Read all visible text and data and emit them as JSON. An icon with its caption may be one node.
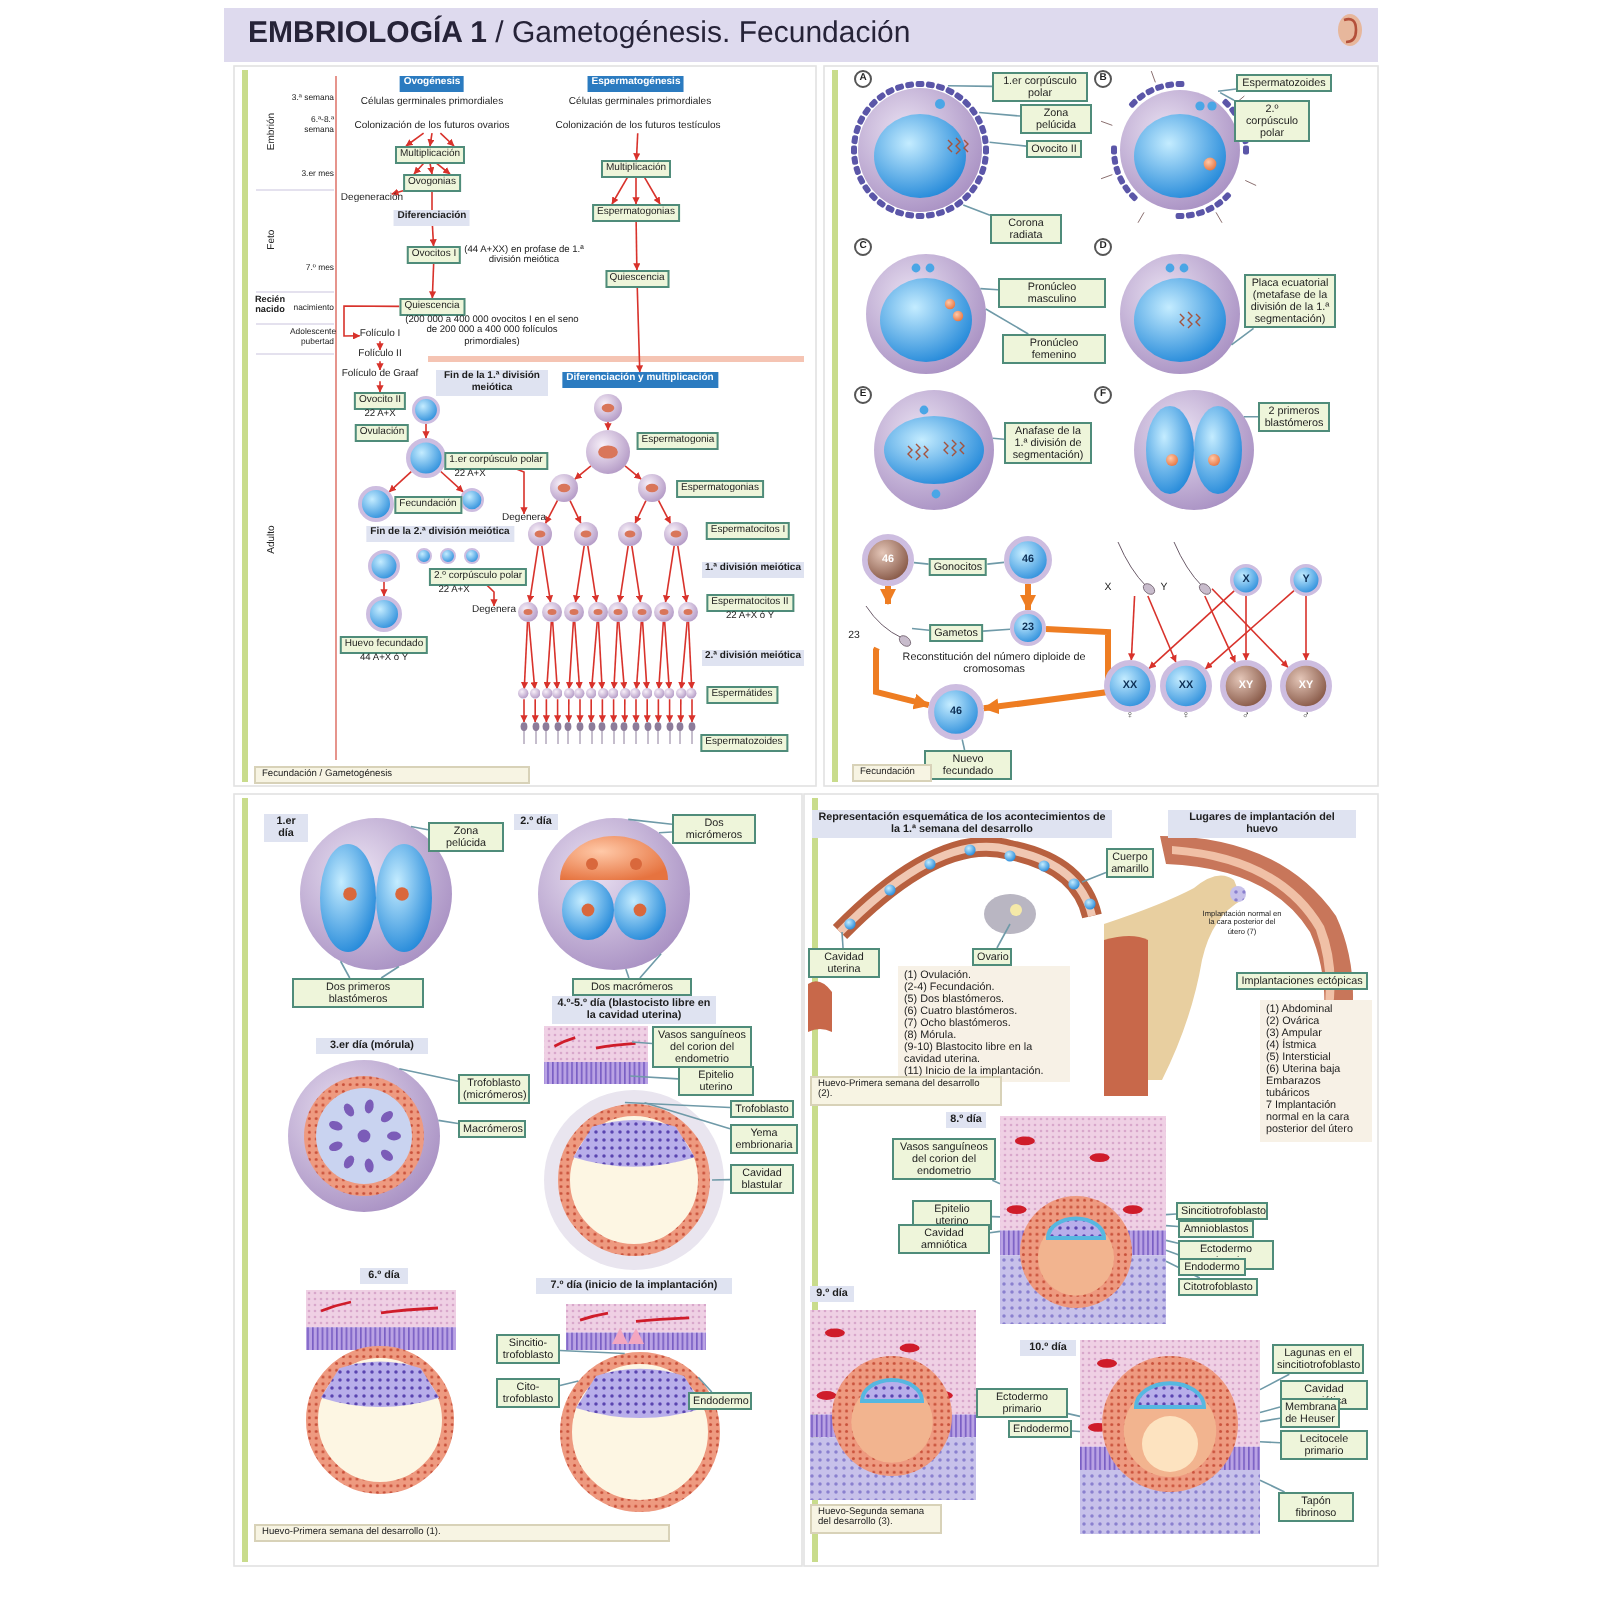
{
  "diagram": {
    "title": "**EMBRIOLOGÍA 1** / Gametogénesis. Fecundación",
    "nodes": [
      {
        "text": [
          "Ovogénesis"
        ]
      },
      {
        "text": [
          "Células germinales primordiales"
        ]
      },
      {
        "text": [
          "Colonización de los futuros ovarios"
        ]
      },
      {
        "text": [
          "Multiplicación"
        ]
      },
      {
        "text": [
          "Ovogonias"
        ]
      },
      {
        "text": [
          "Degeneración"
        ]
      },
      {
        "text": [
          "Diferenciación"
        ]
      },
      {
        "text": [
          "Ovocitos I"
        ],
        "beside": [
          "(44 A+XX) en profase de 1.ª división meiótica"
        ]
      },
      {
        "text": [
          "Quiescencia"
        ],
        "beside": [
          "(200 000 a 400 000 ovocitos I en el seno de 200 000 a 400 000 folículos primordiales)"
        ]
      },
      {
        "text": [
          "Folículo I"
        ]
      },
      {
        "text": [
          "Folículo II"
        ]
      },
      {
        "text": [
          "Folículo de Graaf"
        ]
      },
      {
        "text": [
          "Ovocito II"
        ],
        "beside": [
          "22 A+X"
        ]
      },
      {
        "text": [
          "Espermatogénesis"
        ]
      },
      {
        "text": [
          "Células germinales primordiales"
        ]
      },
      {
        "text": [
          "Colonización de los futuros testículos"
        ]
      },
      {
        "text": [
          "Multiplicación"
        ]
      },
      {
        "text": [
          "Espermatogonias"
        ]
      },
      {
        "text": [
          "Quiescencia"
        ]
      },
      {
        "text": [
          "Fin de la 1.ª división meiótica"
        ]
      },
      {
        "text": [
          "Diferenciación y multiplicación"
        ]
      },
      {
        "text": [
          "Ovulación"
        ]
      },
      {
        "text": [],
        "shape": "circle"
      },
      {
        "text": [],
        "shape": "circle"
      },
      {
        "text": [
          "1.er corpúsculo polar"
        ],
        "beside": [
          "22 A+X"
        ]
      },
      {
        "text": [],
        "shape": "circle"
      },
      {
        "text": [
          "Degenera"
        ]
      },
      {
        "text": [],
        "shape": "circle"
      },
      {
        "text": [
          "Fecundación"
        ]
      },
      {
        "text": [
          "Fin de la 2.ª división meiótica"
        ]
      },
      {
        "text": [],
        "shape": "circle"
      },
      {
        "text": [],
        "shape": "circle"
      },
      {
        "text": [],
        "shape": "circle"
      },
      {
        "text": [],
        "shape": "circle"
      },
      {
        "text": [
          "2.º corpúsculo polar"
        ],
        "beside": [
          "22 A+X"
        ]
      },
      {
        "text": [
          "Degenera"
        ]
      },
      {
        "text": [],
        "shape": "circle"
      },
      {
        "text": [
          "Huevo fecundado"
        ],
        "beside": [
          "44 A+X ó Y"
        ]
      },
      {
        "text": [],
        "shape": "circle"
      },
      {
        "text": [],
        "shape": "circle"
      },
      {
        "text": [
          "Espermatogonia"
        ]
      },
      {
        "text": [],
        "shape": "circle"
      },
      {
        "text": [],
        "shape": "circle"
      },
      {
        "text": [
          "Espermatogonias"
        ]
      },
      {
        "text": [],
        "shape": "circle"
      },
      {
        "text": [],
        "shape": "circle"
      },
      {
        "text": [],
        "shape": "circle"
      },
      {
        "text": [],
        "shape": "circle"
      },
      {
        "text": [
          "Espermatocitos I"
        ]
      },
      {
        "text": [
          "1.ª división meiótica"
        ]
      },
      {
        "text": [],
        "shape": "circle"
      },
      {
        "text": [],
        "shape": "circle"
      },
      {
        "text": [],
        "shape": "circle"
      },
      {
        "text": [],
        "shape": "circle"
      },
      {
        "text": [],
        "shape": "circle"
      },
      {
        "text": [],
        "shape": "circle"
      },
      {
        "text": [],
        "shape": "circle"
      },
      {
        "text": [],
        "shape": "circle"
      },
      {
        "text": [
          "Espermatocitos II"
        ],
        "beside": [
          "22 A+X ó Y"
        ]
      },
      {
        "text": [
          "2.ª división meiótica"
        ]
      },
      {
        "text": [],
        "shape": "circle"
      },
      {
        "text": [],
        "shape": "circle"
      },
      {
        "text": [],
        "shape": "circle"
      },
      {
        "text": [],
        "shape": "circle"
      },
      {
        "text": [],
        "shape": "circle"
      },
      {
        "text": [],
        "shape": "circle"
      },
      {
        "text": [],
        "shape": "circle"
      },
      {
        "text": [],
        "shape": "circle"
      },
      {
        "text": [],
        "shape": "circle"
      },
      {
        "text": [],
        "shape": "circle"
      },
      {
        "text": [],
        "shape": "circle"
      },
      {
        "text": [],
        "shape": "circle"
      },
      {
        "text": [],
        "shape": "circle"
      },
      {
        "text": [],
        "shape": "circle"
      },
      {
        "text": [],
        "shape": "circle"
      },
      {
        "text": [],
        "shape": "circle"
      },
      {
        "text": [
          "Espermátides"
        ]
      },
      {
        "text": [],
        "shape": "picture"
      },
      {
        "text": [],
        "shape": "picture"
      },
      {
        "text": [],
        "shape": "picture"
      },
      {
        "text": [],
        "shape": "picture"
      },
      {
        "text": [],
        "shape": "picture"
      },
      {
        "text": [],
        "shape": "picture"
      },
      {
        "text": [],
        "shape": "picture"
      },
      {
        "text": [],
        "shape": "picture"
      },
      {
        "text": [],
        "shape": "picture"
      },
      {
        "text": [],
        "shape": "picture"
      },
      {
        "text": [],
        "shape": "picture"
      },
      {
        "text": [],
        "shape": "picture"
      },
      {
        "text": [],
        "shape": "picture"
      },
      {
        "text": [],
        "shape": "picture"
      },
      {
        "text": [],
        "shape": "picture"
      },
      {
        "text": [],
        "shape": "picture"
      },
      {
        "text": [
          "Espermatozoides"
        ]
      },
      {
        "text": [
          "1.er corpúsculo polar"
        ]
      },
      {
        "text": [
          "Zona pelúcida"
        ]
      },
      {
        "text": [
          "Ovocito II"
        ]
      },
      {
        "text": [
          "Corona radiata"
        ]
      },
      {
        "text": [
          "Espermatozoides"
        ]
      },
      {
        "text": [
          "2.º corpúsculo polar"
        ]
      },
      {
        "text": [
          "Pronúcleo masculino"
        ]
      },
      {
        "text": [
          "Pronúcleo femenino"
        ]
      },
      {
        "text": [
          "Placa ecuatorial (metafase de la división de la 1.ª segmentación)"
        ]
      },
      {
        "text": [
          "Anafase de la 1.ª división de segmentación)"
        ]
      },
      {
        "text": [
          "2 primeros blastómeros"
        ]
      },
      {
        "text": [
          "46"
        ]
      },
      {
        "text": [
          "Gonocitos"
        ]
      },
      {
        "text": [
          "46"
        ]
      },
      {
        "text": [],
        "shape": "picture",
        "beside": [
          "23"
        ]
      },
      {
        "text": [
          "Gametos"
        ]
      },
      {
        "text": [
          "23"
        ]
      },
      {
        "text": [
          "Reconstitución del número diploide de cromosomas"
        ]
      },
      {
        "text": [
          "46"
        ]
      },
      {
        "text": [
          "Nuevo fecundado"
        ]
      },
      {
        "text": [],
        "shape": "picture",
        "beside": [
          "X"
        ]
      },
      {
        "text": [],
        "shape": "picture",
        "beside": [
          "Y"
        ]
      },
      {
        "text": [
          "X"
        ]
      },
      {
        "text": [
          "Y"
        ]
      },
      {
        "text": [
          "XX"
        ],
        "beside": [
          "♀"
        ]
      },
      {
        "text": [
          "XX"
        ],
        "beside": [
          "♀"
        ]
      },
      {
        "text": [
          "XY"
        ],
        "beside": [
          "♂"
        ]
      },
      {
        "text": [
          "XY"
        ],
        "beside": [
          "♂"
        ]
      },
      {
        "text": [
          "1.er día"
        ]
      },
      {
        "text": [
          "Zona pelúcida"
        ]
      },
      {
        "text": [
          "Dos primeros blastómeros"
        ]
      },
      {
        "text": [
          "2.º día"
        ]
      },
      {
        "text": [
          "Dos micrómeros"
        ]
      },
      {
        "text": [
          "Dos macrómeros"
        ]
      },
      {
        "text": [
          "3.er día (mórula)"
        ]
      },
      {
        "text": [
          "Trofoblasto (micrómeros)"
        ]
      },
      {
        "text": [
          "Macrómeros"
        ]
      },
      {
        "text": [
          "4.º-5.º día (blastocisto libre en la cavidad uterina)"
        ]
      },
      {
        "text": [
          "Vasos sanguíneos del corion del endometrio"
        ]
      },
      {
        "text": [
          "Epitelio uterino"
        ]
      },
      {
        "text": [
          "Trofoblasto"
        ]
      },
      {
        "text": [
          "Yema embrionaria"
        ]
      },
      {
        "text": [
          "Cavidad blastular"
        ]
      },
      {
        "text": [
          "6.º día"
        ]
      },
      {
        "text": [
          "7.º día (inicio de la implantación)"
        ]
      },
      {
        "text": [
          "Sincitio-trofoblasto"
        ]
      },
      {
        "text": [
          "Cito-trofoblasto"
        ]
      },
      {
        "text": [
          "Endodermo"
        ]
      },
      {
        "text": [
          "Representación esquemática de los acontecimientos de la 1.ª semana del desarrollo"
        ]
      },
      {
        "text": [
          "Cavidad uterina"
        ]
      },
      {
        "text": [
          "Cuerpo amarillo"
        ]
      },
      {
        "text": [
          "Ovario"
        ]
      },
      {
        "text": [
          "(1) Ovulación.",
          "(2-4) Fecundación.",
          "(5) Dos blastómeros.",
          "(6) Cuatro blastómeros.",
          "(7) Ocho blastómeros.",
          "(8) Mórula.",
          "(9-10) Blastocito libre en la cavidad uterina.",
          "(11) Inicio de la implantación."
        ]
      },
      {
        "text": [
          "Lugares de implantación del huevo"
        ]
      },
      {
        "text": [
          "Implantaciones ectópicas"
        ]
      },
      {
        "text": [
          "(1) Abdominal",
          "(2) Ovárica",
          "(3) Ampular",
          "(4) Ístmica",
          "(5) Intersticial",
          "(6) Uterina baja",
          "Embarazos tubáricos",
          "7 Implantación normal en la cara posterior del útero"
        ]
      },
      {
        "text": [
          "8.º día"
        ]
      },
      {
        "text": [
          "Vasos sanguíneos del corion del endometrio"
        ]
      },
      {
        "text": [
          "Epitelio uterino"
        ]
      },
      {
        "text": [
          "Cavidad amniótica"
        ]
      },
      {
        "text": [
          "Sincitiotrofoblasto"
        ]
      },
      {
        "text": [
          "Amnioblastos"
        ]
      },
      {
        "text": [
          "Ectodermo primario"
        ]
      },
      {
        "text": [
          "Endodermo"
        ]
      },
      {
        "text": [
          "Citotrofoblasto"
        ]
      },
      {
        "text": [
          "9.º día"
        ]
      },
      {
        "text": [
          "10.º día"
        ]
      },
      {
        "text": [
          "Lagunas en el sincitiotrofoblasto"
        ]
      },
      {
        "text": [
          "Cavidad amniótica"
        ]
      },
      {
        "text": [
          "Membrana de Heuser"
        ]
      },
      {
        "text": [
          "Lecitocele primario"
        ]
      },
      {
        "text": [
          "Tapón fibrinoso"
        ]
      },
      {
        "text": [
          "Ectodermo primario"
        ]
      },
      {
        "text": [
          "Endodermo"
        ]
      },
      {
        "text": [],
        "shape": "picture"
      },
      {
        "text": [],
        "shape": "picture"
      },
      {
        "text": [],
        "shape": "picture"
      },
      {
        "text": [],
        "shape": "picture"
      },
      {
        "text": [],
        "shape": "picture"
      },
      {
        "text": [],
        "shape": "picture"
      },
      {
        "text": [],
        "shape": "picture"
      },
      {
        "text": [],
        "shape": "picture"
      },
      {
        "text": [],
        "shape": "picture"
      },
      {
        "text": [],
        "shape": "picture"
      },
      {
        "text": [],
        "shape": "picture"
      },
      {
        "text": [],
        "shape": "picture"
      },
      {
        "text": [],
        "shape": "picture"
      },
      {
        "text": [],
        "shape": "picture"
      },
      {
        "text": [],
        "shape": "picture"
      }
    ],
    "edges": [
      {
        "from": 2,
        "to": 3,
        "arrow": "to"
      },
      {
        "from": 2,
        "to": 3,
        "arrow": "to"
      },
      {
        "from": 2,
        "to": 3,
        "arrow": "to"
      },
      {
        "from": 3,
        "to": 4,
        "arrow": "to"
      },
      {
        "from": 3,
        "to": 4,
        "arrow": "to"
      },
      {
        "from": 3,
        "to": 4,
        "arrow": "to"
      },
      {
        "from": 4,
        "to": 5,
        "arrow": "to"
      },
      {
        "from": 4,
        "to": 6,
        "arrow": "none"
      },
      {
        "from": 6,
        "to": 7,
        "arrow": "to"
      },
      {
        "from": 7,
        "to": 8,
        "arrow": "to"
      },
      {
        "from": 8,
        "to": 9,
        "arrow": "to"
      },
      {
        "from": 9,
        "to": 10,
        "arrow": "to"
      },
      {
        "from": 10,
        "to": 11,
        "arrow": "to"
      },
      {
        "from": 11,
        "to": 12,
        "arrow": "to"
      },
      {
        "from": 15,
        "to": 16,
        "arrow": "to"
      },
      {
        "from": 16,
        "to": 17,
        "arrow": "to"
      },
      {
        "from": 16,
        "to": 17,
        "arrow": "to"
      },
      {
        "from": 16,
        "to": 17,
        "arrow": "to"
      },
      {
        "from": 17,
        "to": 18,
        "arrow": "to"
      },
      {
        "from": 18,
        "to": 20,
        "arrow": "to"
      },
      {
        "from": 22,
        "to": 23,
        "arrow": "to"
      },
      {
        "from": 23,
        "to": 27,
        "arrow": "to"
      },
      {
        "from": 23,
        "to": 25,
        "arrow": "to"
      },
      {
        "from": 24,
        "to": 26,
        "arrow": "to"
      },
      {
        "from": 30,
        "to": 36,
        "arrow": "to"
      },
      {
        "from": 34,
        "to": 35,
        "arrow": "to"
      },
      {
        "from": 38,
        "to": 39,
        "arrow": "to"
      },
      {
        "from": 39,
        "to": 41,
        "arrow": "to"
      },
      {
        "from": 39,
        "to": 42,
        "arrow": "to"
      },
      {
        "from": 41,
        "to": 44,
        "arrow": "to"
      },
      {
        "from": 41,
        "to": 45,
        "arrow": "to"
      },
      {
        "from": 42,
        "to": 46,
        "arrow": "to"
      },
      {
        "from": 42,
        "to": 47,
        "arrow": "to"
      },
      {
        "from": 44,
        "to": 50,
        "arrow": "to"
      },
      {
        "from": 44,
        "to": 51,
        "arrow": "to"
      },
      {
        "from": 45,
        "to": 52,
        "arrow": "to"
      },
      {
        "from": 45,
        "to": 53,
        "arrow": "to"
      },
      {
        "from": 46,
        "to": 54,
        "arrow": "to"
      },
      {
        "from": 46,
        "to": 55,
        "arrow": "to"
      },
      {
        "from": 47,
        "to": 56,
        "arrow": "to"
      },
      {
        "from": 47,
        "to": 57,
        "arrow": "to"
      },
      {
        "from": 50,
        "to": 60,
        "arrow": "to"
      },
      {
        "from": 50,
        "to": 61,
        "arrow": "to"
      },
      {
        "from": 51,
        "to": 62,
        "arrow": "to"
      },
      {
        "from": 51,
        "to": 63,
        "arrow": "to"
      },
      {
        "from": 52,
        "to": 64,
        "arrow": "to"
      },
      {
        "from": 52,
        "to": 65,
        "arrow": "to"
      },
      {
        "from": 53,
        "to": 66,
        "arrow": "to"
      },
      {
        "from": 53,
        "to": 67,
        "arrow": "to"
      },
      {
        "from": 54,
        "to": 68,
        "arrow": "to"
      },
      {
        "from": 54,
        "to": 69,
        "arrow": "to"
      },
      {
        "from": 55,
        "to": 70,
        "arrow": "to"
      },
      {
        "from": 55,
        "to": 71,
        "arrow": "to"
      },
      {
        "from": 56,
        "to": 72,
        "arrow": "to"
      },
      {
        "from": 56,
        "to": 73,
        "arrow": "to"
      },
      {
        "from": 57,
        "to": 74,
        "arrow": "to"
      },
      {
        "from": 57,
        "to": 75,
        "arrow": "to"
      },
      {
        "from": 60,
        "to": 77,
        "arrow": "to"
      },
      {
        "from": 61,
        "to": 78,
        "arrow": "to"
      },
      {
        "from": 62,
        "to": 79,
        "arrow": "to"
      },
      {
        "from": 63,
        "to": 80,
        "arrow": "to"
      },
      {
        "from": 64,
        "to": 81,
        "arrow": "to"
      },
      {
        "from": 65,
        "to": 82,
        "arrow": "to"
      },
      {
        "from": 66,
        "to": 83,
        "arrow": "to"
      },
      {
        "from": 67,
        "to": 84,
        "arrow": "to"
      },
      {
        "from": 68,
        "to": 85,
        "arrow": "to"
      },
      {
        "from": 69,
        "to": 86,
        "arrow": "to"
      },
      {
        "from": 70,
        "to": 87,
        "arrow": "to"
      },
      {
        "from": 71,
        "to": 88,
        "arrow": "to"
      },
      {
        "from": 72,
        "to": 89,
        "arrow": "to"
      },
      {
        "from": 73,
        "to": 90,
        "arrow": "to"
      },
      {
        "from": 74,
        "to": 91,
        "arrow": "to"
      },
      {
        "from": 75,
        "to": 92,
        "arrow": "to"
      },
      {
        "from": 94,
        "to": 168,
        "arrow": "none",
        "color": "#6f9aa8"
      },
      {
        "from": 95,
        "to": 168,
        "arrow": "none",
        "color": "#6f9aa8"
      },
      {
        "from": 96,
        "to": 168,
        "arrow": "none",
        "color": "#6f9aa8"
      },
      {
        "from": 97,
        "to": 168,
        "arrow": "none",
        "color": "#6f9aa8"
      },
      {
        "from": 98,
        "to": 169,
        "arrow": "none",
        "color": "#6f9aa8"
      },
      {
        "from": 99,
        "to": 169,
        "arrow": "none",
        "color": "#6f9aa8"
      },
      {
        "from": 100,
        "to": 170,
        "arrow": "none",
        "color": "#6f9aa8"
      },
      {
        "from": 101,
        "to": 170,
        "arrow": "none",
        "color": "#6f9aa8"
      },
      {
        "from": 102,
        "to": 171,
        "arrow": "none",
        "color": "#6f9aa8"
      },
      {
        "from": 103,
        "to": 172,
        "arrow": "none",
        "color": "#6f9aa8"
      },
      {
        "from": 104,
        "to": 173,
        "arrow": "none",
        "color": "#6f9aa8"
      },
      {
        "from": 106,
        "to": 105,
        "arrow": "none",
        "color": "#6f9aa8"
      },
      {
        "from": 106,
        "to": 107,
        "arrow": "none",
        "color": "#6f9aa8"
      },
      {
        "from": 109,
        "to": 108,
        "arrow": "none",
        "color": "#6f9aa8"
      },
      {
        "from": 109,
        "to": 110,
        "arrow": "none",
        "color": "#6f9aa8"
      },
      {
        "from": 105,
        "to": 108,
        "arrow": "to",
        "style": "thick",
        "color": "#ee7d22"
      },
      {
        "from": 107,
        "to": 110,
        "arrow": "to",
        "style": "thick",
        "color": "#ee7d22"
      },
      {
        "from": 108,
        "to": 112,
        "arrow": "to",
        "style": "thick",
        "color": "#ee7d22"
      },
      {
        "from": 110,
        "to": 112,
        "arrow": "to",
        "style": "thick",
        "color": "#ee7d22"
      },
      {
        "from": 113,
        "to": 112,
        "arrow": "none",
        "color": "#6f9aa8"
      },
      {
        "from": 114,
        "to": 118,
        "arrow": "to"
      },
      {
        "from": 114,
        "to": 119,
        "arrow": "to"
      },
      {
        "from": 115,
        "to": 120,
        "arrow": "to"
      },
      {
        "from": 115,
        "to": 121,
        "arrow": "to"
      },
      {
        "from": 116,
        "to": 118,
        "arrow": "to"
      },
      {
        "from": 116,
        "to": 120,
        "arrow": "to"
      },
      {
        "from": 117,
        "to": 119,
        "arrow": "to"
      },
      {
        "from": 117,
        "to": 121,
        "arrow": "to"
      },
      {
        "from": 123,
        "to": 174,
        "arrow": "none",
        "color": "#6f9aa8"
      },
      {
        "from": 124,
        "to": 174,
        "arrow": "none",
        "color": "#6f9aa8"
      },
      {
        "from": 124,
        "to": 174,
        "arrow": "none",
        "color": "#6f9aa8"
      },
      {
        "from": 126,
        "to": 175,
        "arrow": "none",
        "color": "#6f9aa8"
      },
      {
        "from": 126,
        "to": 175,
        "arrow": "none",
        "color": "#6f9aa8"
      },
      {
        "from": 127,
        "to": 175,
        "arrow": "none",
        "color": "#6f9aa8"
      },
      {
        "from": 127,
        "to": 175,
        "arrow": "none",
        "color": "#6f9aa8"
      },
      {
        "from": 129,
        "to": 176,
        "arrow": "none",
        "color": "#6f9aa8"
      },
      {
        "from": 130,
        "to": 176,
        "arrow": "none",
        "color": "#6f9aa8"
      },
      {
        "from": 132,
        "to": 177,
        "arrow": "none",
        "color": "#6f9aa8"
      },
      {
        "from": 133,
        "to": 177,
        "arrow": "none",
        "color": "#6f9aa8"
      },
      {
        "from": 134,
        "to": 178,
        "arrow": "none",
        "color": "#6f9aa8"
      },
      {
        "from": 135,
        "to": 178,
        "arrow": "none",
        "color": "#6f9aa8"
      },
      {
        "from": 136,
        "to": 178,
        "arrow": "none",
        "color": "#6f9aa8"
      },
      {
        "from": 139,
        "to": 179,
        "arrow": "none",
        "color": "#6f9aa8"
      },
      {
        "from": 140,
        "to": 179,
        "arrow": "none",
        "color": "#6f9aa8"
      },
      {
        "from": 141,
        "to": 179,
        "arrow": "none",
        "color": "#6f9aa8"
      },
      {
        "from": 143,
        "to": 180,
        "arrow": "none",
        "color": "#6f9aa8"
      },
      {
        "from": 144,
        "to": 180,
        "arrow": "none",
        "color": "#6f9aa8"
      },
      {
        "from": 145,
        "to": 180,
        "arrow": "none",
        "color": "#6f9aa8"
      },
      {
        "from": 151,
        "to": 181,
        "arrow": "none",
        "color": "#6f9aa8"
      },
      {
        "from": 152,
        "to": 181,
        "arrow": "none",
        "color": "#6f9aa8"
      },
      {
        "from": 153,
        "to": 181,
        "arrow": "none",
        "color": "#6f9aa8"
      },
      {
        "from": 154,
        "to": 181,
        "arrow": "none",
        "color": "#6f9aa8"
      },
      {
        "from": 155,
        "to": 181,
        "arrow": "none",
        "color": "#6f9aa8"
      },
      {
        "from": 156,
        "to": 181,
        "arrow": "none",
        "color": "#6f9aa8"
      },
      {
        "from": 157,
        "to": 181,
        "arrow": "none",
        "color": "#6f9aa8"
      },
      {
        "from": 158,
        "to": 181,
        "arrow": "none",
        "color": "#6f9aa8"
      },
      {
        "from": 161,
        "to": 182,
        "arrow": "none",
        "color": "#6f9aa8"
      },
      {
        "from": 162,
        "to": 182,
        "arrow": "none",
        "color": "#6f9aa8"
      },
      {
        "from": 163,
        "to": 182,
        "arrow": "none",
        "color": "#6f9aa8"
      },
      {
        "from": 164,
        "to": 182,
        "arrow": "none",
        "color": "#6f9aa8"
      },
      {
        "from": 165,
        "to": 182,
        "arrow": "none",
        "color": "#6f9aa8"
      },
      {
        "from": 166,
        "to": 182,
        "arrow": "none",
        "color": "#6f9aa8"
      },
      {
        "from": 167,
        "to": 182,
        "arrow": "none",
        "color": "#6f9aa8"
      }
    ],
    "labels": [
      "Embrión",
      "3.ª semana",
      "6.ª-8.ª semana",
      "3.er mes",
      "Feto",
      "7.º mes",
      "Recién nacido",
      "nacimiento",
      "Adolescente pubertad",
      "Adulto",
      "Fecundación / Gametogénesis",
      "A",
      "B",
      "C",
      "D",
      "E",
      "F",
      "Fecundación",
      "Huevo-Primera semana del desarrollo (1).",
      "Implantación normal en la cara posterior del útero (7)",
      "Huevo-Primera semana del desarrollo (2).",
      "Huevo-Segunda semana del desarrollo (3)."
    ]
  }
}
